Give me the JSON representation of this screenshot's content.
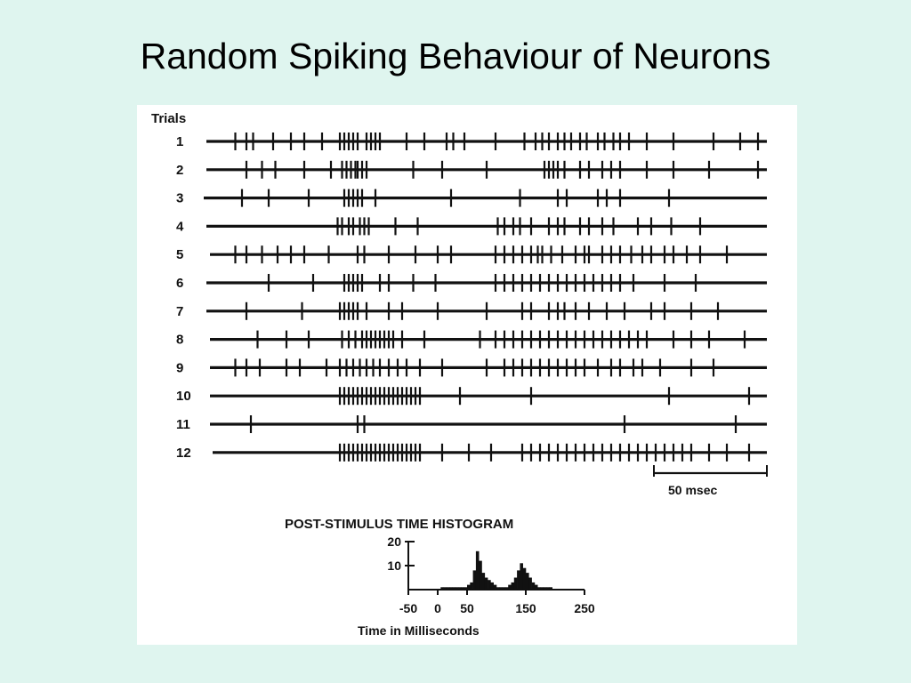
{
  "slide": {
    "title": "Random Spiking Behaviour of Neurons",
    "background": "#dff5ef"
  },
  "figure": {
    "trials_label": "Trials",
    "trial_numbers": [
      "1",
      "2",
      "3",
      "4",
      "5",
      "6",
      "7",
      "8",
      "9",
      "10",
      "11",
      "12"
    ],
    "scale_bar_label": "50 msec",
    "histogram": {
      "title": "POST-STIMULUS TIME HISTOGRAM",
      "y_ticks": [
        "20",
        "10"
      ],
      "x_ticks": [
        "-50",
        "0",
        "50",
        "150",
        "250"
      ],
      "xlabel": "Time in Milliseconds"
    }
  },
  "chart_data": [
    {
      "type": "scatter",
      "description_kind": "raster",
      "xlabel": "",
      "ylabel": "Trials",
      "xlim": [
        -50,
        250
      ],
      "series": [
        {
          "name": "1",
          "spike_times": [
            -45,
            -40,
            -37,
            -28,
            -20,
            -14,
            -6,
            2,
            4,
            6,
            8,
            10,
            14,
            16,
            18,
            20,
            32,
            40,
            50,
            53,
            58,
            72,
            85,
            90,
            93,
            96,
            100,
            103,
            106,
            110,
            113,
            118,
            121,
            125,
            128,
            132,
            140,
            152,
            170,
            182,
            190
          ]
        },
        {
          "name": "2",
          "spike_times": [
            -40,
            -33,
            -27,
            -14,
            -2,
            3,
            5,
            7,
            9,
            10,
            12,
            14,
            35,
            48,
            68,
            94,
            96,
            98,
            100,
            103,
            110,
            114,
            120,
            124,
            128,
            140,
            152,
            168,
            190
          ]
        },
        {
          "name": "3",
          "spike_times": [
            -42,
            -30,
            -12,
            4,
            6,
            8,
            10,
            12,
            18,
            52,
            83,
            100,
            104,
            118,
            122,
            128,
            150
          ]
        },
        {
          "name": "4",
          "spike_times": [
            1,
            3,
            6,
            8,
            11,
            13,
            15,
            27,
            37,
            73,
            76,
            80,
            83,
            88,
            96,
            100,
            103,
            110,
            114,
            120,
            125,
            136,
            142,
            151,
            164,
            206
          ]
        },
        {
          "name": "5",
          "spike_times": [
            -45,
            -40,
            -33,
            -26,
            -20,
            -14,
            -3,
            10,
            13,
            24,
            36,
            46,
            52,
            72,
            76,
            80,
            84,
            88,
            91,
            93,
            97,
            102,
            108,
            112,
            114,
            120,
            124,
            128,
            133,
            138,
            142,
            148,
            152,
            158,
            164,
            176
          ]
        },
        {
          "name": "6",
          "spike_times": [
            -30,
            -10,
            4,
            6,
            8,
            10,
            12,
            20,
            24,
            35,
            45,
            72,
            76,
            80,
            84,
            88,
            92,
            96,
            100,
            104,
            108,
            112,
            116,
            120,
            124,
            128,
            134,
            148,
            162
          ]
        },
        {
          "name": "7",
          "spike_times": [
            -40,
            -15,
            2,
            4,
            6,
            8,
            10,
            14,
            24,
            30,
            46,
            68,
            84,
            88,
            96,
            100,
            103,
            108,
            114,
            122,
            130,
            142,
            148,
            160,
            172
          ]
        },
        {
          "name": "8",
          "spike_times": [
            -35,
            -22,
            -12,
            3,
            6,
            9,
            12,
            14,
            16,
            18,
            20,
            22,
            24,
            26,
            30,
            40,
            65,
            72,
            76,
            80,
            84,
            88,
            92,
            96,
            100,
            104,
            108,
            112,
            116,
            120,
            124,
            128,
            132,
            136,
            140,
            152,
            160,
            168,
            184
          ]
        },
        {
          "name": "9",
          "spike_times": [
            -45,
            -40,
            -34,
            -22,
            -16,
            -4,
            2,
            5,
            8,
            11,
            14,
            17,
            20,
            24,
            28,
            32,
            38,
            48,
            68,
            76,
            80,
            84,
            88,
            92,
            96,
            100,
            104,
            108,
            112,
            118,
            124,
            128,
            134,
            138,
            146,
            160,
            170
          ]
        },
        {
          "name": "10",
          "spike_times": [
            2,
            4,
            6,
            8,
            10,
            12,
            14,
            16,
            18,
            20,
            22,
            24,
            26,
            28,
            30,
            32,
            34,
            36,
            38,
            56,
            88,
            150,
            186
          ]
        },
        {
          "name": "11",
          "spike_times": [
            -38,
            10,
            13,
            130,
            180
          ]
        },
        {
          "name": "12",
          "spike_times": [
            2,
            4,
            6,
            8,
            10,
            12,
            14,
            16,
            18,
            20,
            22,
            24,
            26,
            28,
            30,
            32,
            34,
            36,
            38,
            48,
            60,
            70,
            84,
            88,
            92,
            96,
            100,
            104,
            108,
            112,
            116,
            120,
            124,
            128,
            132,
            136,
            140,
            144,
            148,
            152,
            156,
            160,
            168,
            176,
            186,
            196
          ]
        }
      ]
    },
    {
      "type": "bar",
      "title": "POST-STIMULUS TIME HISTOGRAM",
      "xlabel": "Time in Milliseconds",
      "ylabel": "",
      "xlim": [
        -50,
        250
      ],
      "ylim": [
        0,
        20
      ],
      "bin_width": 5,
      "categories": [
        -50,
        -45,
        -40,
        -35,
        -30,
        -25,
        -20,
        -15,
        -10,
        -5,
        0,
        5,
        10,
        15,
        20,
        25,
        30,
        35,
        40,
        45,
        50,
        55,
        60,
        65,
        70,
        75,
        80,
        85,
        90,
        95,
        100,
        105,
        110,
        115,
        120,
        125,
        130,
        135,
        140,
        145,
        150,
        155,
        160,
        165,
        170,
        175,
        180,
        185,
        190,
        195,
        200,
        205,
        210,
        215,
        220,
        225,
        230,
        235,
        240,
        245
      ],
      "values": [
        0,
        0,
        0,
        0,
        0,
        0,
        0,
        0,
        0,
        0,
        0,
        1,
        1,
        1,
        1,
        1,
        1,
        1,
        1,
        1,
        2,
        3,
        8,
        16,
        12,
        7,
        5,
        4,
        3,
        2,
        1,
        1,
        1,
        1,
        2,
        3,
        5,
        8,
        11,
        9,
        7,
        5,
        3,
        2,
        1,
        1,
        1,
        1,
        1,
        0,
        0,
        0,
        0,
        0,
        0,
        0,
        0,
        0,
        0,
        0
      ]
    }
  ]
}
